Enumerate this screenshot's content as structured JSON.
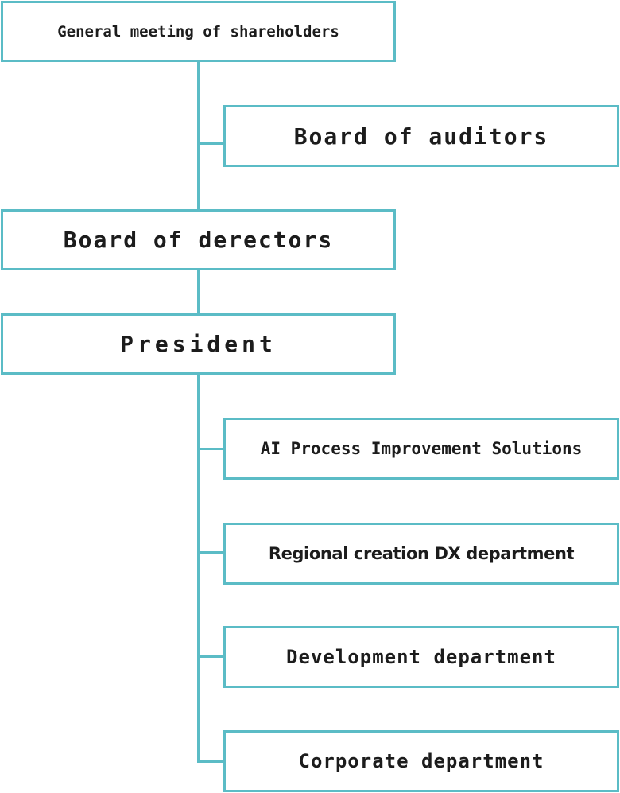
{
  "colors": {
    "accent": "#5bbcc6",
    "text": "#1c1c1c"
  },
  "org": {
    "shareholders": "General meeting of shareholders",
    "auditors": "Board of auditors",
    "directors": "Board of derectors",
    "president": "President",
    "ai_solutions": "AI Process Improvement Solutions",
    "regional_dx": "Regional creation DX department",
    "development": "Development department",
    "corporate": "Corporate department"
  }
}
